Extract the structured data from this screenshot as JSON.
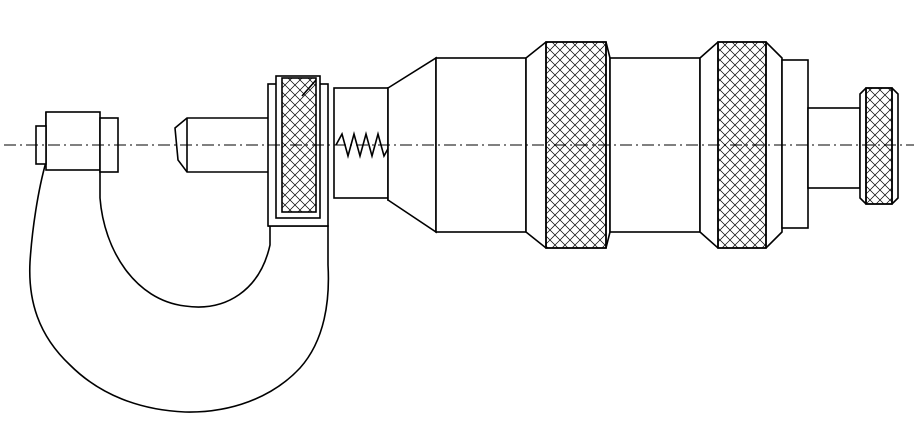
{
  "figure": {
    "subject": "micrometer",
    "style": "black line drawing on white background",
    "colors": {
      "stroke": "#000000",
      "background": "#ffffff"
    },
    "parts": {
      "frame": "c-frame",
      "anvil": "anvil",
      "spindle": "spindle",
      "lock_ring": "knurled-lock-ring",
      "spring": "spring",
      "sleeve_scale": "graduated-sleeve",
      "thimble": "thimble",
      "knurled_bands": 2,
      "ratchet": "knurled-ratchet-knob"
    },
    "centerline": "dash-dot",
    "labels": []
  }
}
